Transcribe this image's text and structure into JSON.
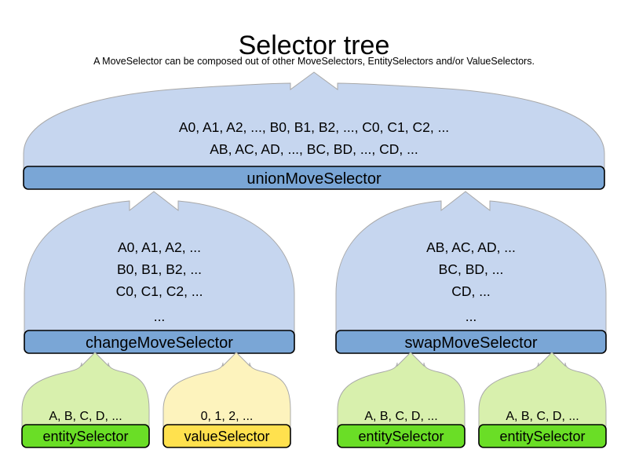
{
  "header": {
    "title": "Selector tree",
    "subtitle": "A MoveSelector can be composed out of other MoveSelectors, EntitySelectors and/or ValueSelectors."
  },
  "colors": {
    "move_body": "#c6d6ef",
    "move_bar": "#7aa6d6",
    "entity_body": "#d8f0ad",
    "entity_bar": "#6ade26",
    "value_body": "#fdf3bd",
    "value_bar": "#ffe14e",
    "outline": "#000000",
    "body_outline": "#a8a8a8",
    "background": "#ffffff"
  },
  "nodes": {
    "union": {
      "label": "unionMoveSelector",
      "type": "moveSelector",
      "lines": [
        "A0, A1, A2, ..., B0, B1, B2, ..., C0, C1, C2, ...",
        "AB, AC, AD, ..., BC, BD, ..., CD, ..."
      ]
    },
    "change": {
      "label": "changeMoveSelector",
      "type": "moveSelector",
      "lines": [
        "A0, A1, A2, ...",
        "B0, B1, B2, ...",
        "C0, C1, C2, ...",
        "..."
      ]
    },
    "swap": {
      "label": "swapMoveSelector",
      "type": "moveSelector",
      "lines": [
        "AB, AC, AD, ...",
        "BC, BD, ...",
        "CD, ...",
        "..."
      ]
    },
    "entity1": {
      "label": "entitySelector",
      "type": "entitySelector",
      "lines": [
        "A, B, C, D, ..."
      ]
    },
    "value1": {
      "label": "valueSelector",
      "type": "valueSelector",
      "lines": [
        "0, 1, 2, ..."
      ]
    },
    "entity2": {
      "label": "entitySelector",
      "type": "entitySelector",
      "lines": [
        "A, B, C, D, ..."
      ]
    },
    "entity3": {
      "label": "entitySelector",
      "type": "entitySelector",
      "lines": [
        "A, B, C, D, ..."
      ]
    }
  }
}
